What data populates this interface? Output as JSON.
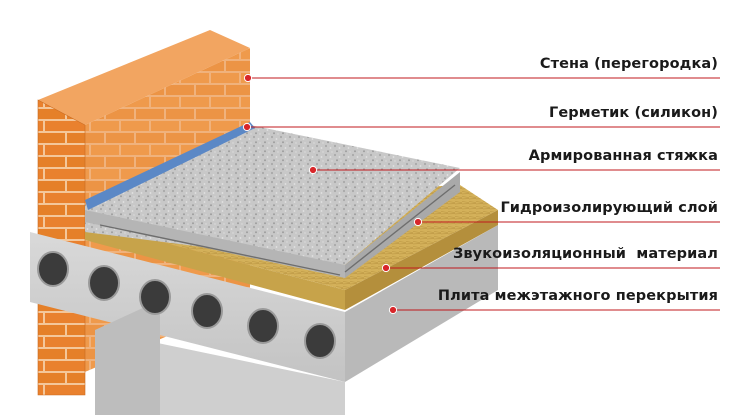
{
  "labels": [
    {
      "id": "wall",
      "text": "Стена (перегородка)"
    },
    {
      "id": "sealant",
      "text": "Герметик (силикон)"
    },
    {
      "id": "screed",
      "text": "Армированная стяжка"
    },
    {
      "id": "waterproof",
      "text": "Гидроизолирующий слой"
    },
    {
      "id": "soundproof",
      "text": "Звукоизоляционный  материал"
    },
    {
      "id": "slab",
      "text": "Плита межэтажного перекрытия"
    }
  ],
  "colors": {
    "leader": "#c0181c",
    "dot": "#d8262a",
    "brick": "#e9812e",
    "mortar": "#f4c79a",
    "sealant": "#5b88c6",
    "screed": "#c9c9c9",
    "insulation": "#d7b457",
    "slab": "#d2d2d2"
  }
}
